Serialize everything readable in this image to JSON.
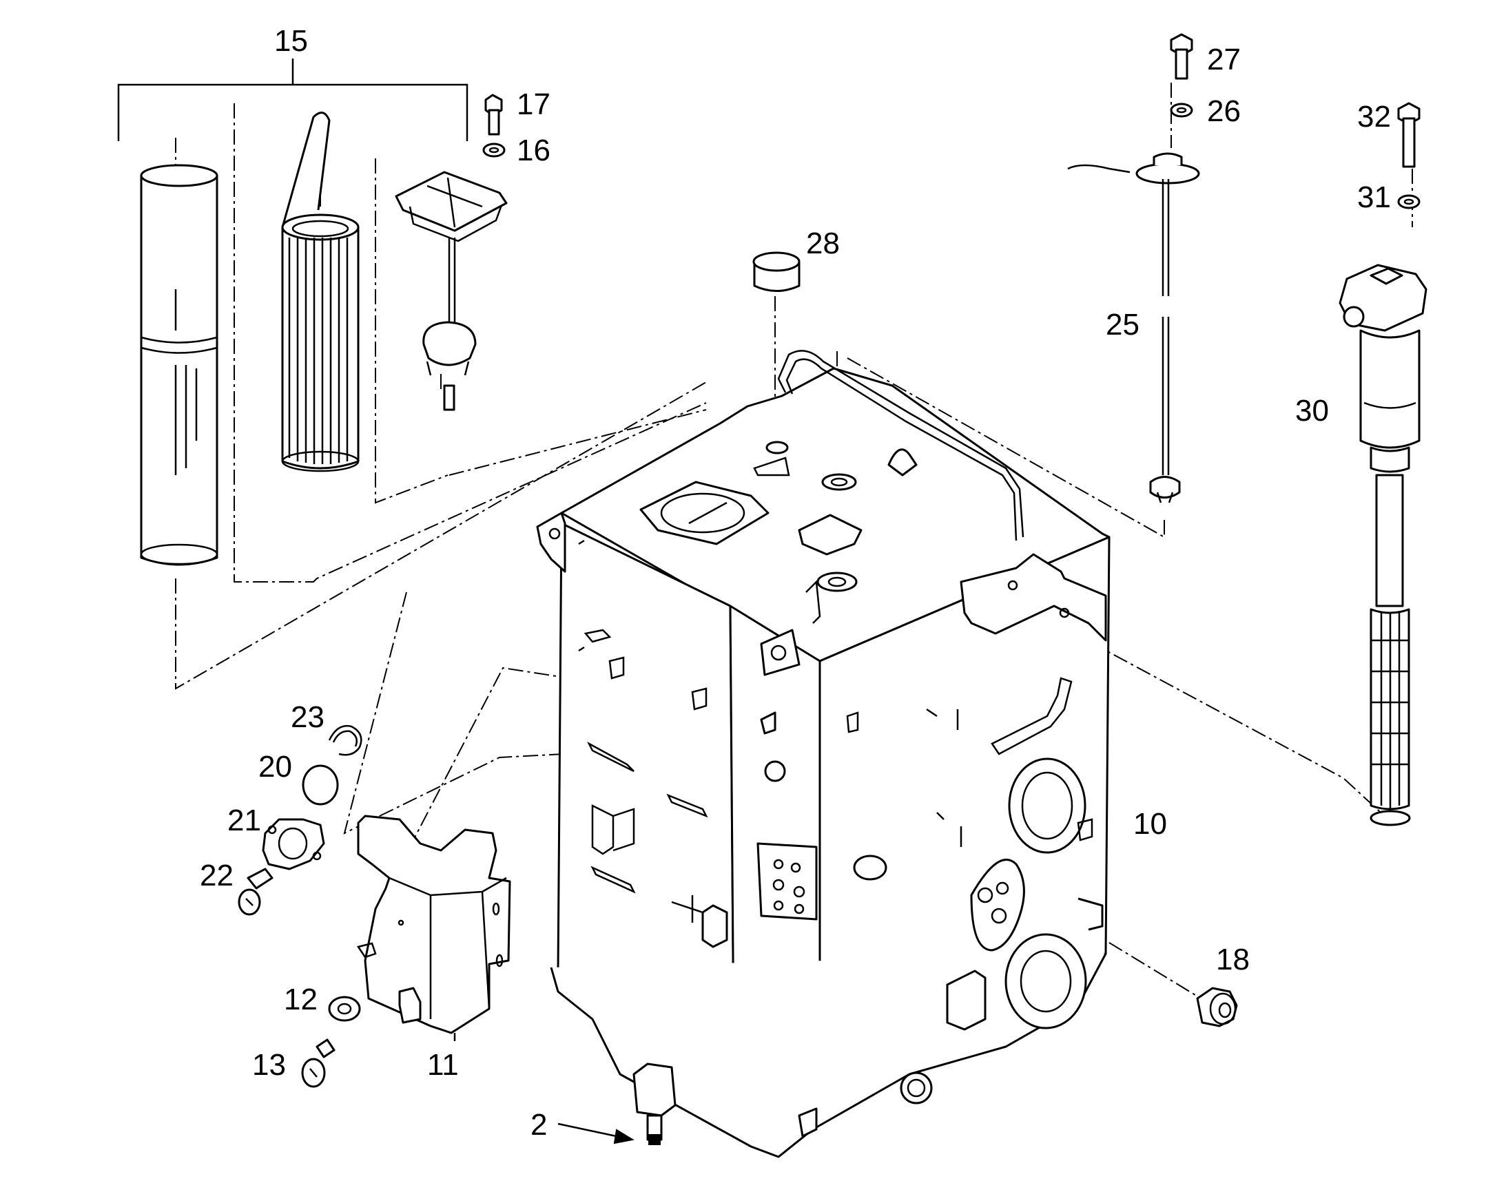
{
  "labels": {
    "l2": "2",
    "l10": "10",
    "l11": "11",
    "l12": "12",
    "l13": "13",
    "l15": "15",
    "l16": "16",
    "l17": "17",
    "l18": "18",
    "l20": "20",
    "l21": "21",
    "l22": "22",
    "l23": "23",
    "l25": "25",
    "l26": "26",
    "l27": "27",
    "l28": "28",
    "l30": "30",
    "l31": "31",
    "l32": "32"
  }
}
